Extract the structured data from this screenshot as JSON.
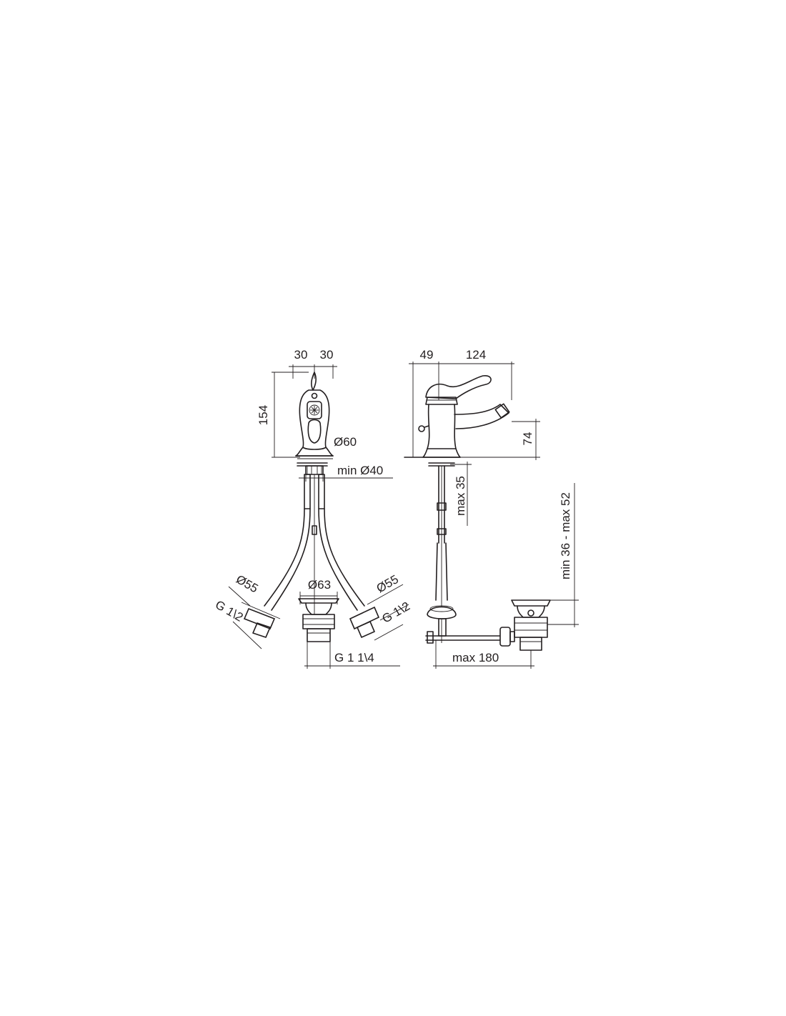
{
  "front_view": {
    "width_left": "30",
    "width_right": "30",
    "height": "154",
    "base_diameter": "Ø60",
    "hole_diameter": "min Ø40",
    "hose_left_diameter": "Ø55",
    "hose_left_thread": "G 1\\2",
    "waste_diameter": "Ø63",
    "hose_right_diameter": "Ø55",
    "hose_right_thread": "G 1\\2",
    "waste_thread": "G 1 1\\4"
  },
  "side_view": {
    "depth_back": "49",
    "depth_front": "124",
    "spout_height": "74",
    "deck_thickness": "max 35",
    "waste_adjust": "min 36 - max 52",
    "rod_length": "max 180"
  },
  "colors": {
    "line": "#231f20",
    "background": "#ffffff"
  }
}
